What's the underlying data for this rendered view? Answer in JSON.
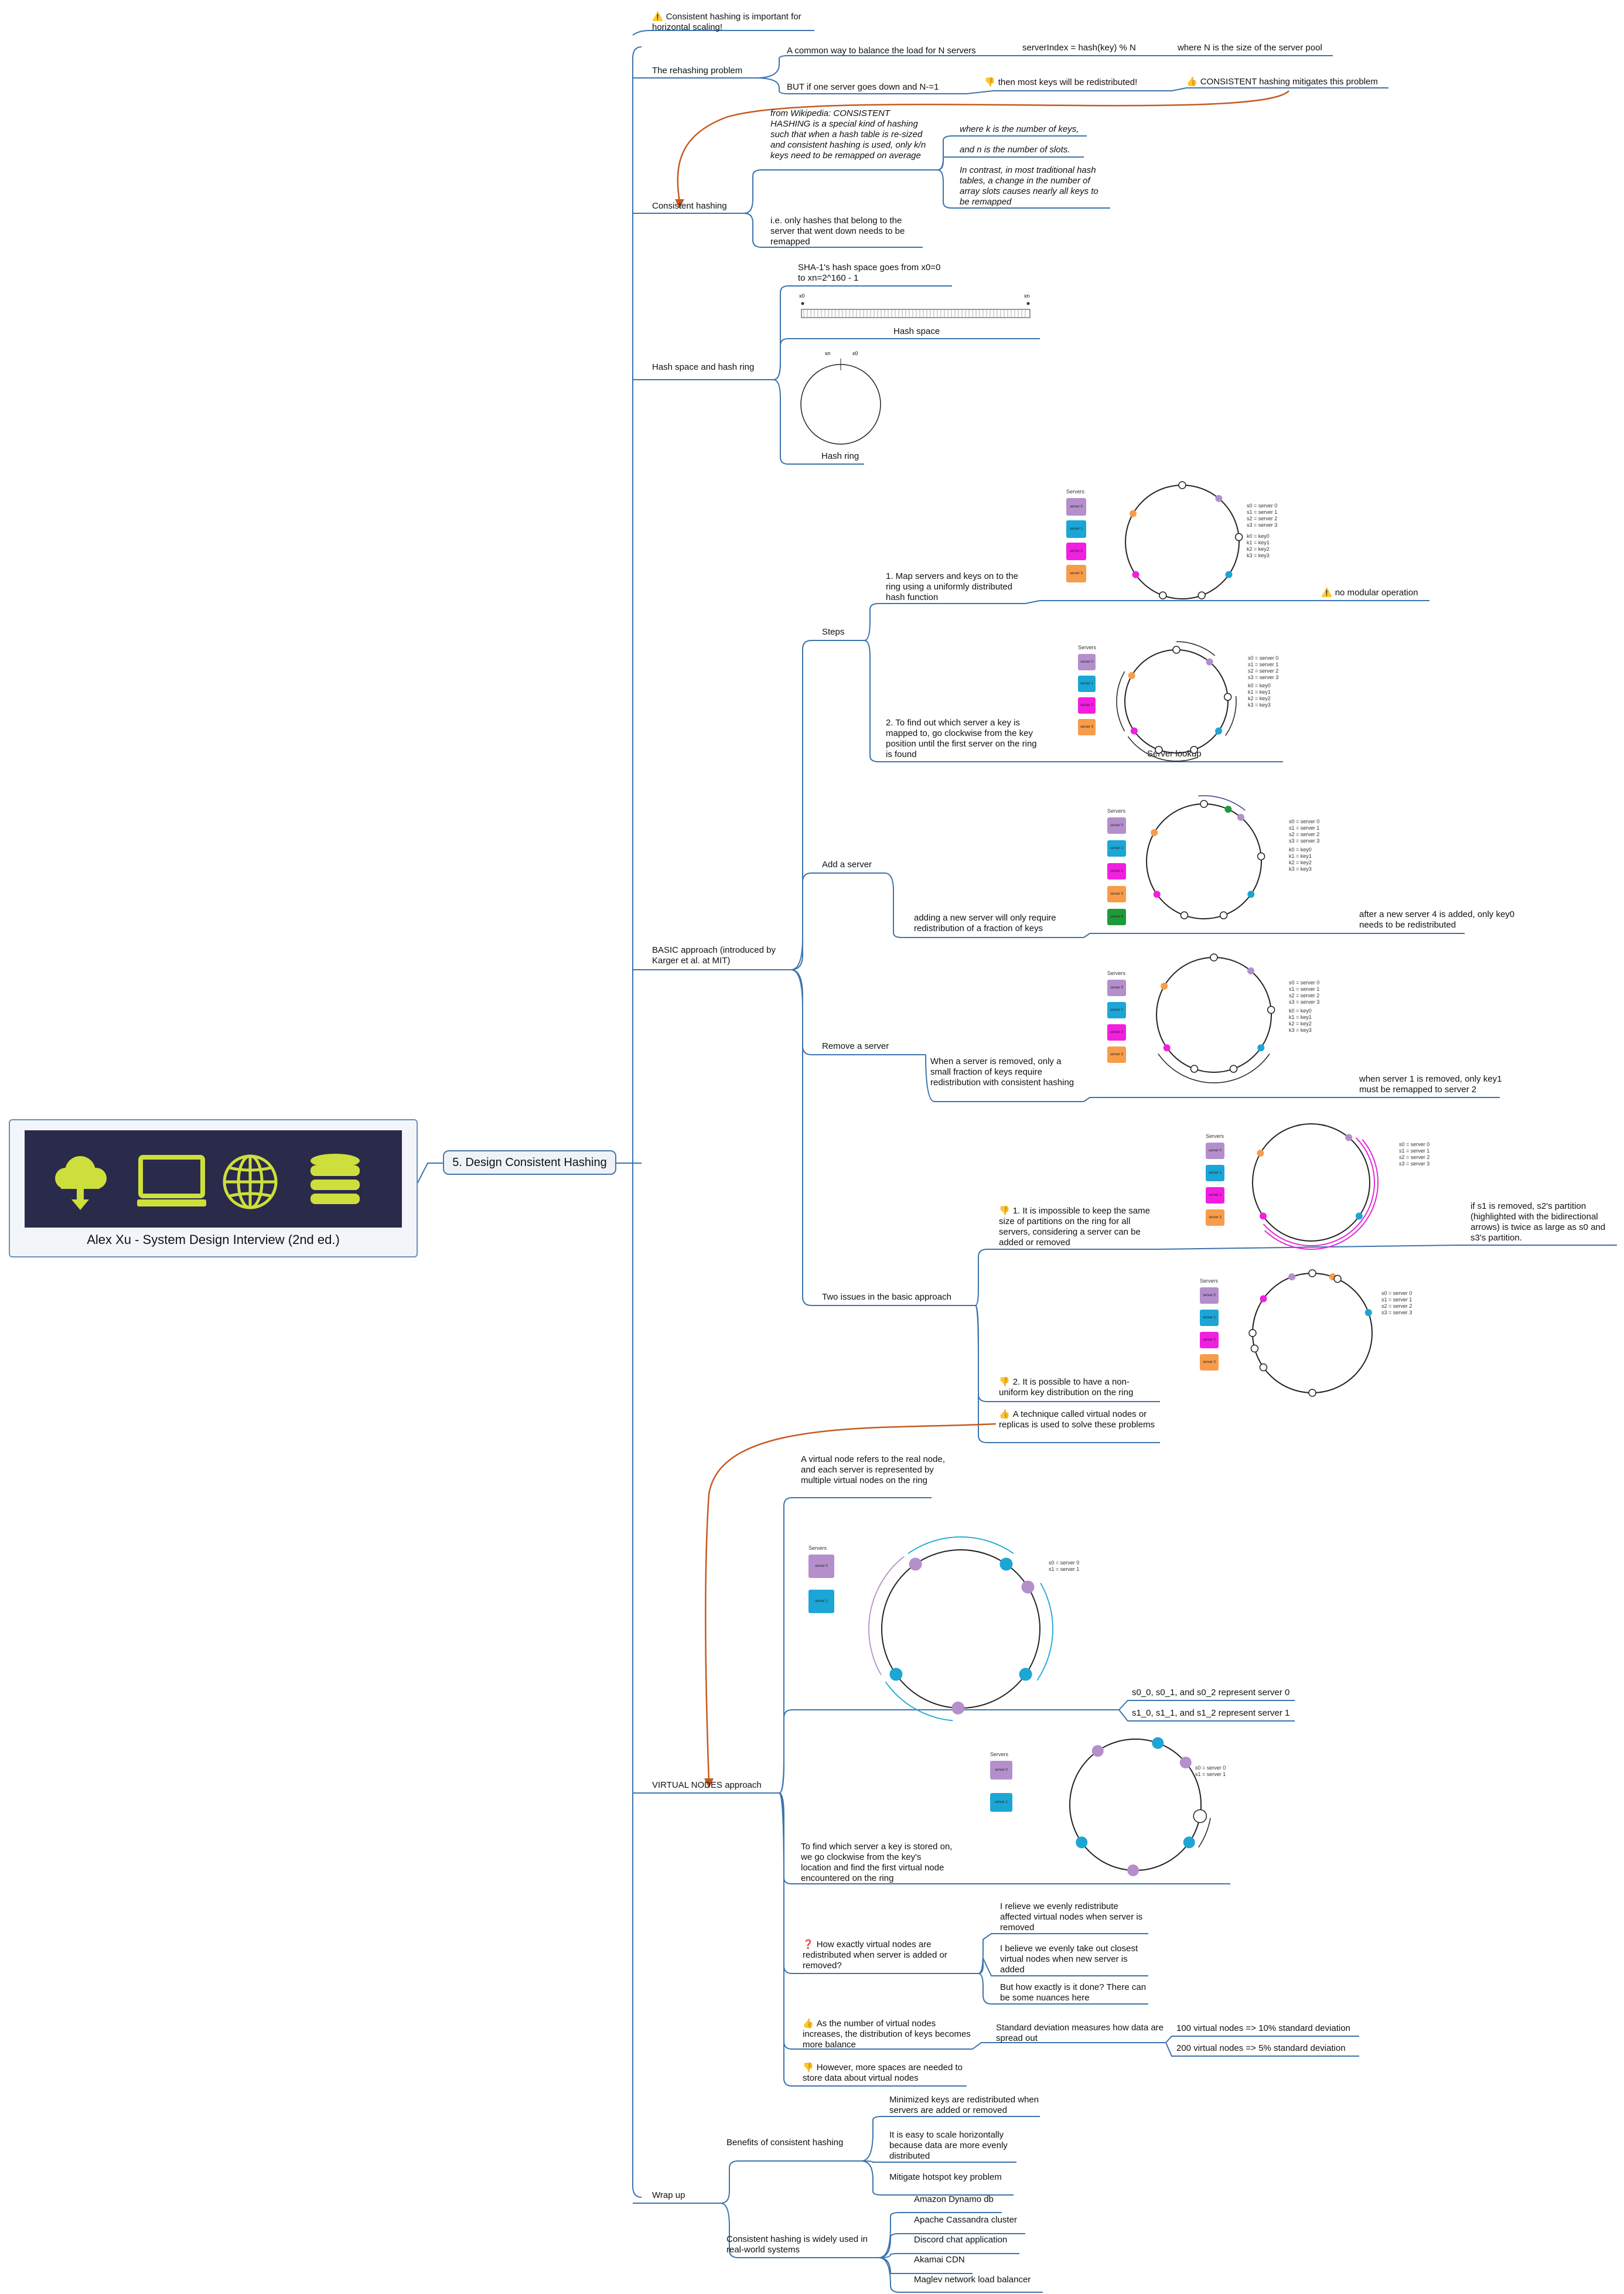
{
  "root": {
    "title": "Alex Xu - System Design Interview (2nd ed.)"
  },
  "topic": {
    "title": "5. Design Consistent Hashing"
  },
  "intro": {
    "note": "Consistent hashing is important for horizontal scaling!"
  },
  "rehashing": {
    "label": "The rehashing problem",
    "common": "A common way to balance the load for N servers",
    "formula": "serverIndex = hash(key) % N",
    "where": "where N is the size of the server pool",
    "down": "BUT if one server goes down and N-=1",
    "redistributed": "then most keys will be redistributed!",
    "mitigates": "CONSISTENT hashing mitigates this problem"
  },
  "consistent": {
    "label": "Consistent hashing",
    "wiki": "from Wikipedia: CONSISTENT HASHING is a special kind of hashing such that when a hash table is re-sized and consistent hashing is used, only k/n keys need to be remapped on average",
    "k": "where k is the number of keys,",
    "n": "and n is the number of slots.",
    "contrast": "In contrast, in most traditional hash tables, a change in the number of array slots causes nearly all keys to be remapped",
    "only": "i.e. only hashes that belong to the server that went down needs to be remapped"
  },
  "hashspace": {
    "label": "Hash space and hash ring",
    "sha": "SHA-1's hash space goes from x0=0 to xn=2^160 - 1",
    "space_caption": "Hash space",
    "ring_caption": "Hash ring",
    "x0": "x0",
    "xn": "xn"
  },
  "basic": {
    "label": "BASIC approach (introduced by Karger et al. at MIT)",
    "steps": "Steps",
    "step1": "1. Map servers and keys on to the ring using a uniformly distributed hash function",
    "no_modular": "no modular operation",
    "step2": "2. To find out which server a key is mapped to, go clockwise from the key position until the first server on the ring is found",
    "lookup_caption": "Server lookup",
    "add": "Add a server",
    "add_desc": "adding a new server will only require redistribution of a fraction of keys",
    "add_note": "after a new server 4 is added, only key0 needs to be redistributed",
    "remove": "Remove a server",
    "remove_desc": "When a server is removed, only a small fraction of keys require redistribution with consistent hashing",
    "remove_note": "when server 1 is removed, only key1 must be remapped to server 2",
    "issues": "Two issues in the basic approach",
    "issue1": "1. It is impossible to keep the same size of partitions on the ring for all servers, considering a server can be added or removed",
    "issue1_note": "if s1 is removed, s2's partition (highlighted with the bidirectional arrows) is twice as large as s0 and s3's partition.",
    "issue2": "2. It is possible to have a non-uniform key distribution on the ring",
    "technique": "A technique called virtual nodes or replicas is used to solve these problems"
  },
  "virtual": {
    "label": "VIRTUAL NODES approach",
    "def": "A virtual node refers to the real node, and each server is represented by multiple virtual nodes on the ring",
    "s0": "s0_0, s0_1, and s0_2 represent server 0",
    "s1": "s1_0, s1_1, and s1_2 represent server 1",
    "find": "To find which server a key is stored on, we go clockwise from the key's location and find the first virtual node encountered on the ring",
    "question": "How exactly virtual nodes are redistributed when server is added or removed?",
    "relieve": "I relieve we evenly redistribute affected virtual nodes when server is removed",
    "believe": "I believe we evenly take out closest virtual nodes when new server is added",
    "nuances": "But how exactly is it done? There can be some nuances here",
    "balance": "As the number of virtual nodes increases, the distribution of keys becomes more balance",
    "stddev": "Standard deviation measures how data are spread out",
    "n100": "100 virtual nodes => 10% standard deviation",
    "n200": "200 virtual nodes => 5% standard deviation",
    "spaces": "However, more spaces are needed to store data about virtual nodes"
  },
  "wrap": {
    "label": "Wrap up",
    "benefits": "Benefits of consistent hashing",
    "b1": "Minimized keys are redistributed when servers are added or removed",
    "b2": "It is easy to scale horizontally because data are more evenly distributed",
    "b3": "Mitigate hotspot key problem",
    "used": "Consistent hashing is widely used in real-world systems",
    "u1": "Amazon Dynamo db",
    "u2": "Apache Cassandra cluster",
    "u3": "Discord chat application",
    "u4": "Akamai CDN",
    "u5": "Maglev network load balancer"
  },
  "diagram": {
    "servers_title": "Servers",
    "server_labels": [
      "server 0",
      "server 1",
      "server 2",
      "server 3",
      "server 4"
    ],
    "legend_servers": "s0 = server 0\ns1 = server 1\ns2 = server 2\ns3 = server 3",
    "legend_keys": "k0 = key0\nk1 = key1\nk2 = key2\nk3 = key3",
    "legend_vn": "s0 = server 0\ns1 = server 1",
    "colors": {
      "server0": "#b48fcb",
      "server1": "#1ca6d5",
      "server2": "#f21ee0",
      "server3": "#f79c4a",
      "server4": "#1f9a3a",
      "line": "#3c74ad",
      "arrow": "#c45a1f"
    }
  },
  "icons": {
    "warning": "warning-icon",
    "thumbs_down": "thumbs-down-icon",
    "thumbs_up": "thumbs-up-icon",
    "question": "question-icon"
  }
}
